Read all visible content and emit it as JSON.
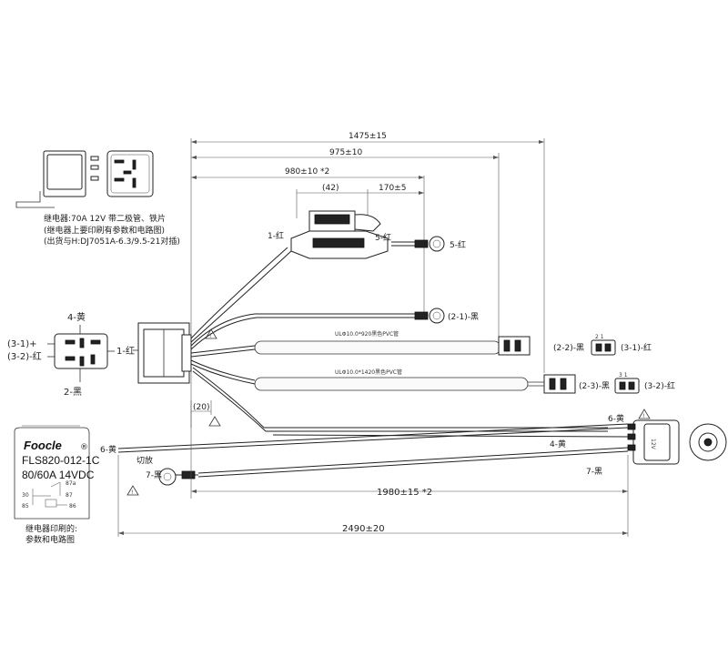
{
  "dimensions": {
    "d1475": "1475±15",
    "d975": "975±10",
    "d980": "980±10 *2",
    "d42": "(42)",
    "d170": "170±5",
    "d20": "(20)",
    "d1980": "1980±15 *2",
    "d2490": "2490±20"
  },
  "relay_note": {
    "line1": "继电器:70A 12V 带二极管、铁片",
    "line2": "(继电器上要印刷有参数和电路图)",
    "line3": "(出货与H:DJ7051A-6.3/9.5-21对插)"
  },
  "wire_labels": {
    "w1_red": "1-红",
    "w5_red_fuse": "5-红",
    "w5_red_ring": "5-红",
    "w21_black": "(2-1)-黑",
    "tube1": "ULΦ10.0*920黑色PVC管",
    "tube2": "ULΦ10.0*1420黑色PVC管",
    "w6_yellow_left": "6-黄",
    "w6_yellow_right": "6-黄",
    "w4_yellow": "4-黄",
    "w7_black_left": "7-黑",
    "w7_black_right": "7-黑",
    "cut_mark": "切放"
  },
  "connector_labels": {
    "c22": "(2-2)-黑",
    "c31": "(3-1)-红",
    "c23": "(2-3)-黑",
    "c32": "(3-2)-红"
  },
  "pinout_labels": {
    "p4": "4-黄",
    "p31": "(3-1)+",
    "p32": "(3-2)-红",
    "p1": "1-红",
    "p2": "2-黑"
  },
  "relay_label": {
    "brand": "Foocle",
    "model": "FLS820-012-1C",
    "rating": "80/60A  14VDC",
    "pin87a": "87a",
    "pin30": "30",
    "pin87": "87",
    "pin85": "85",
    "pin86": "86",
    "caption1": "继电器印刷的:",
    "caption2": "参数和电路图"
  },
  "switch_text": "12V",
  "markers": {
    "warn": "!"
  }
}
